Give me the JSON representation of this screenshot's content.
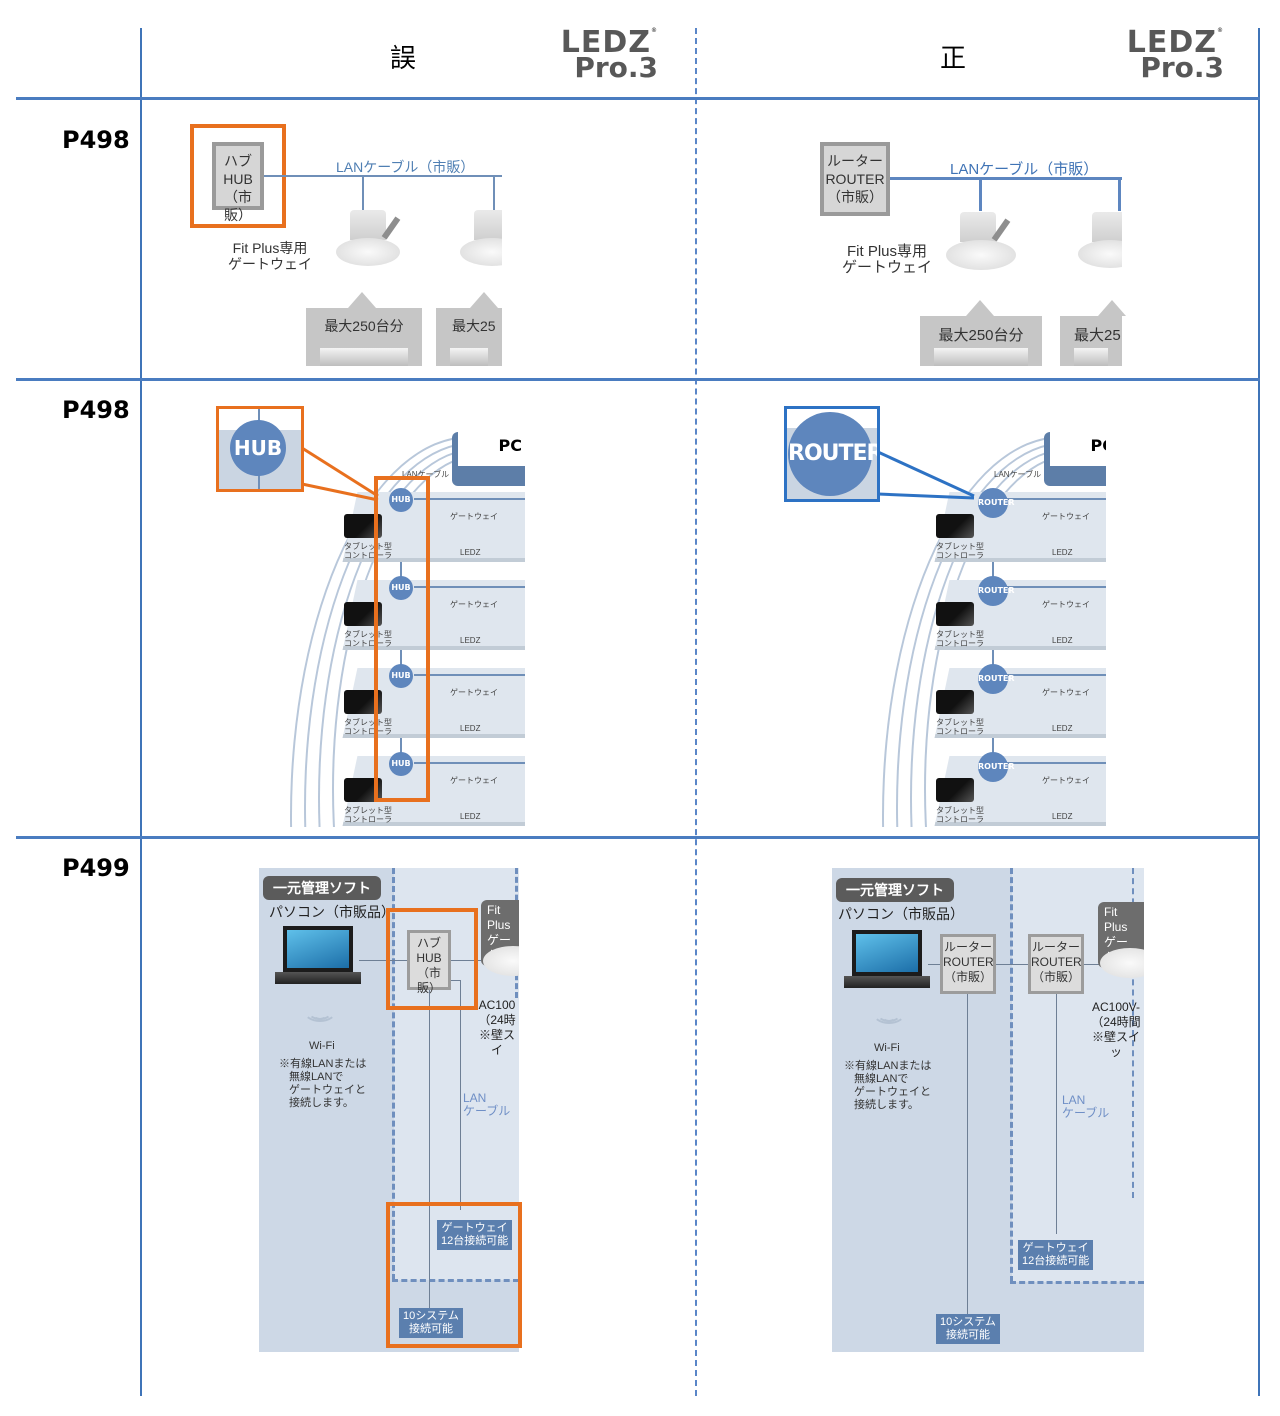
{
  "header": {
    "wrong_label": "誤",
    "correct_label": "正",
    "logo_line1": "LEDZ",
    "logo_line2": "Pro.3",
    "logo_mark": "®"
  },
  "colors": {
    "grid_blue": "#4a7cc0",
    "highlight_orange": "#e8701e",
    "highlight_blue": "#2d72c4",
    "node_blue": "#5e86bd"
  },
  "rows": [
    {
      "page": "P498",
      "wrong": {
        "device_line1": "ハブ",
        "device_line2": "HUB",
        "device_line3": "（市販）",
        "cable_label": "LANケーブル（市販）",
        "gateway_label_line1": "Fit Plus専用",
        "gateway_label_line2": "ゲートウェイ",
        "max_label_1": "最大250台分",
        "max_label_2": "最大25"
      },
      "correct": {
        "device_line1": "ルーター",
        "device_line2": "ROUTER",
        "device_line3": "（市販）",
        "cable_label": "LANケーブル（市販）",
        "gateway_label_line1": "Fit Plus専用",
        "gateway_label_line2": "ゲートウェイ",
        "max_label_1": "最大250台分",
        "max_label_2": "最大25"
      }
    },
    {
      "page": "P498",
      "wrong": {
        "callout_label": "HUB",
        "node_label": "HUB",
        "pc_label": "PC",
        "cable_label": "LANケーブル",
        "gateway_label": "ゲートウェイ",
        "tablet_label_line1": "タブレット型",
        "tablet_label_line2": "コントローラ",
        "ledz_label": "LEDZ",
        "floor_count": 4
      },
      "correct": {
        "callout_label": "ROUTER",
        "node_label": "ROUTER",
        "pc_label": "PC",
        "cable_label": "LANケーブル",
        "gateway_label": "ゲートウェイ",
        "tablet_label_line1": "タブレット型",
        "tablet_label_line2": "コントローラ",
        "ledz_label": "LEDZ",
        "floor_count": 4
      }
    },
    {
      "page": "P499",
      "wrong": {
        "software_tag": "一元管理ソフト",
        "pc_label": "パソコン（市販品）",
        "switch_line1": "ハブ",
        "switch_line2": "HUB",
        "switch_line3": "（市販）",
        "gateway_tag_line1": "Fit Plus",
        "gateway_tag_line2": "ゲートウ",
        "ac_line1": "AC100",
        "ac_line2": "（24時",
        "ac_line3": "※壁スイ",
        "wifi_label": "Wi-Fi",
        "note_line1": "※有線LANまたは",
        "note_line2": "無線LANで",
        "note_line3": "ゲートウェイと",
        "note_line4": "接続します。",
        "lan_line1": "LAN",
        "lan_line2": "ケーブル",
        "gw_count_line1": "ゲートウェイ",
        "gw_count_line2": "12台接続可能",
        "sys_count_line1": "10システム",
        "sys_count_line2": "接続可能"
      },
      "correct": {
        "software_tag": "一元管理ソフト",
        "pc_label": "パソコン（市販品）",
        "switch_line1": "ルーター",
        "switch_line2": "ROUTER",
        "switch_line3": "（市販）",
        "gateway_tag_line1": "Fit Plus",
        "gateway_tag_line2": "ゲートウ",
        "ac_line1": "AC100V-",
        "ac_line2": "（24時間",
        "ac_line3": "※壁スイッ",
        "wifi_label": "Wi-Fi",
        "note_line1": "※有線LANまたは",
        "note_line2": "無線LANで",
        "note_line3": "ゲートウェイと",
        "note_line4": "接続します。",
        "lan_line1": "LAN",
        "lan_line2": "ケーブル",
        "gw_count_line1": "ゲートウェイ",
        "gw_count_line2": "12台接続可能",
        "sys_count_line1": "10システム",
        "sys_count_line2": "接続可能"
      }
    }
  ]
}
